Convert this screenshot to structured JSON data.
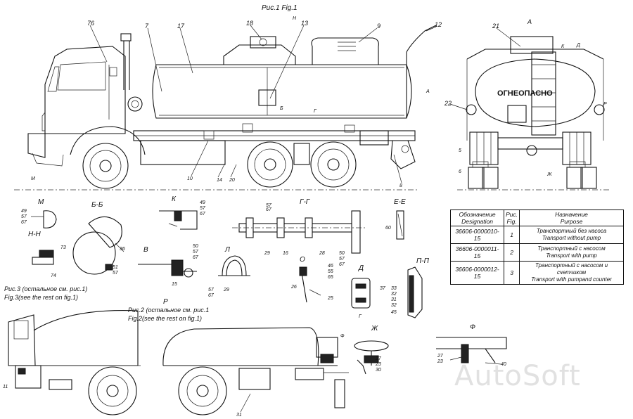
{
  "figure1_title": "Рис.1  Fig.1",
  "figure2_title_ru": "Рис.2 (остальное см. рис.1",
  "figure2_title_en": "Fig.2(see the rest on fig.1)",
  "figure3_title_ru": "Рис.3 (остальное см. рис.1)",
  "figure3_title_en": "Fig.3(see the rest on fig.1)",
  "tank_inscription": "ОГНЕОПАСНО",
  "watermark": "AutoSoft",
  "table": {
    "headers": {
      "designation_ru": "Обозначение",
      "designation_en": "Designation",
      "fig_ru": "Рис.",
      "fig_en": "Fig.",
      "purpose_ru": "Назначение",
      "purpose_en": "Purpose"
    },
    "rows": [
      {
        "designation": "36606-0000010-15",
        "fig": "1",
        "purpose_ru": "Транспортный без насоса",
        "purpose_en": "Transport without pump"
      },
      {
        "designation": "36606-0000011-15",
        "fig": "2",
        "purpose_ru": "Транспортный с насосом",
        "purpose_en": "Transport with pump"
      },
      {
        "designation": "36606-0000012-15",
        "fig": "3",
        "purpose_ru": "Транспортный с насосом и счетчиком",
        "purpose_en": "Transport with pumpand counter"
      }
    ]
  },
  "section_labels": {
    "m": "М",
    "nn": "Н-Н",
    "bb": "Б-Б",
    "v": "В",
    "k": "К",
    "gg": "Г-Г",
    "l": "Л",
    "r": "Р",
    "o": "О",
    "ee": "Е-Е",
    "pp": "П-П",
    "d": "Д",
    "zh": "Ж",
    "f": "Ф",
    "a": "А",
    "n": "Н",
    "g": "Г",
    "b": "Б"
  },
  "callouts": {
    "c76": "76",
    "c7": "7",
    "c17": "17",
    "c18": "18",
    "c13": "13",
    "c9": "9",
    "c12": "12",
    "c21": "21",
    "c22": "22",
    "c5": "5",
    "c8": "8",
    "c10": "10",
    "c14": "14",
    "c20": "20",
    "c6": "6",
    "c49": "49",
    "c57": "57",
    "c67": "67",
    "c73": "73",
    "c74": "74",
    "c51": "51",
    "c36": "36",
    "c50": "50",
    "c15": "15",
    "c29": "29",
    "c28": "28",
    "c16": "16",
    "c60": "60",
    "c46": "46",
    "c55": "55",
    "c65": "65",
    "c26": "26",
    "c25": "25",
    "c37": "37",
    "c31": "31",
    "c33": "33",
    "c32": "32",
    "c45": "45",
    "c11": "11",
    "c27": "27",
    "c23": "23",
    "c30": "30",
    "c40": "40"
  }
}
